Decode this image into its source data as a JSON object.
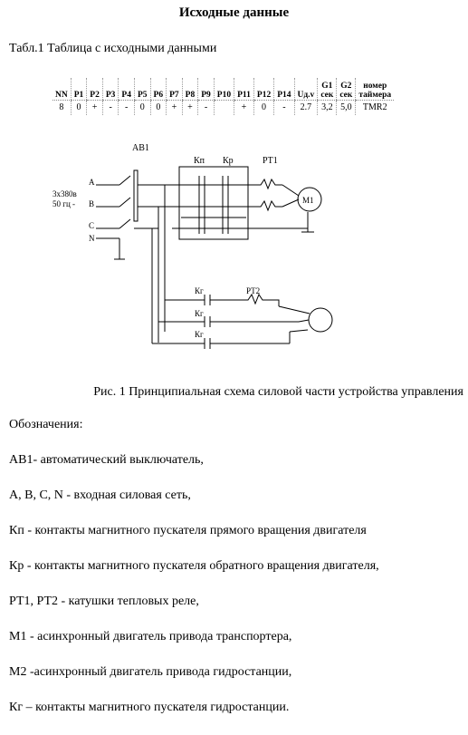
{
  "title": "Исходные данные",
  "table_caption": "Табл.1 Таблица с исходными данными",
  "table": {
    "headers": [
      "NN",
      "P1",
      "P2",
      "P3",
      "P4",
      "P5",
      "P6",
      "P7",
      "P8",
      "P9",
      "P10",
      "P11",
      "P12",
      "P14",
      "Uд.v",
      "G1\nсек",
      "G2\nсек",
      "номер\nтаймера"
    ],
    "row": [
      "8",
      "0",
      "+",
      "-",
      "-",
      "0",
      "0",
      "+",
      "+",
      "-",
      "",
      "+",
      "0",
      "-",
      "2.7",
      "3,2",
      "5,0",
      "TMR2"
    ]
  },
  "diagram": {
    "labels": {
      "breaker": "АВ1",
      "kp": "Кп",
      "kr": "Кр",
      "rt1": "РТ1",
      "phase_a": "A",
      "phase_b": "B",
      "phase_c": "C",
      "neutral": "N",
      "voltage": "3х380в",
      "freq": "50 гц -",
      "motor": "M1",
      "kg1": "Кг",
      "kg2": "Кг",
      "kg3": "Кг",
      "rt2": "РТ2"
    }
  },
  "figure_caption": "Рис. 1 Принципиальная схема силовой части устройства управления",
  "legend": {
    "heading": "Обозначения:",
    "items": [
      "АВ1- автоматический выключатель,",
      "А, В, С, N - входная силовая сеть,",
      "Кп - контакты магнитного пускателя прямого вращения двигателя",
      "Кр - контакты магнитного пускателя обратного вращения двигателя,",
      "РТ1, РТ2 - катушки тепловых реле,",
      "М1 - асинхронный двигатель привода транспортера,",
      "М2 -асинхронный двигатель привода гидростанции,",
      "Кг – контакты магнитного пускателя гидростанции."
    ]
  }
}
